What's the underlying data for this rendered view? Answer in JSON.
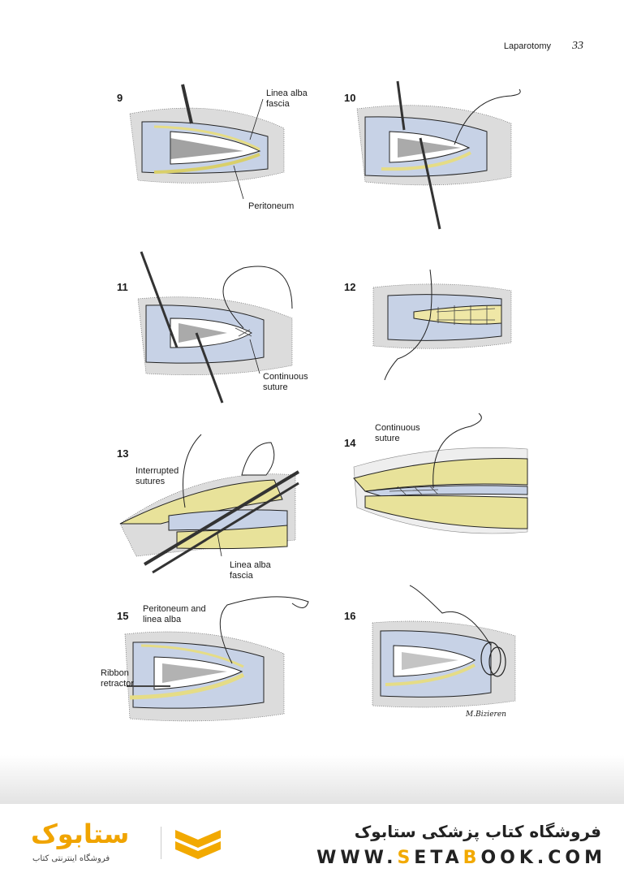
{
  "header": {
    "section_title": "Laparotomy",
    "page_number": "33"
  },
  "figures": [
    {
      "number": "9",
      "labels": [
        "Linea alba\nfascia",
        "Peritoneum"
      ]
    },
    {
      "number": "10",
      "labels": []
    },
    {
      "number": "11",
      "labels": [
        "Continuous\nsuture"
      ]
    },
    {
      "number": "12",
      "labels": []
    },
    {
      "number": "13",
      "labels": [
        "Interrupted\nsutures",
        "Linea alba\nfascia"
      ]
    },
    {
      "number": "14",
      "labels": [
        "Continuous\nsuture"
      ]
    },
    {
      "number": "15",
      "labels": [
        "Peritoneum and\nlinea alba",
        "Ribbon\nretractor"
      ]
    },
    {
      "number": "16",
      "labels": []
    }
  ],
  "artist_signature": "M.Bizieren",
  "footer": {
    "store_title": "فروشگاه کتاب پزشکی ستابوک",
    "url_parts": [
      "WWW.",
      "S",
      "ETA",
      "B",
      "OOK.COM"
    ],
    "brand_word": "ستابوک",
    "brand_subtitle": "فروشگاه اینترنتی کتاب"
  },
  "colors": {
    "fascia_yellow": "#efe7a6",
    "tissue_blue": "#c7d2e6",
    "fat_yellow": "#e8e29a",
    "brand_orange": "#f2a900"
  },
  "icons": [
    "forceps-icon",
    "needle-holder-icon",
    "suture-thread-icon",
    "retractor-icon",
    "hand-icon",
    "chevron-logo-icon"
  ]
}
